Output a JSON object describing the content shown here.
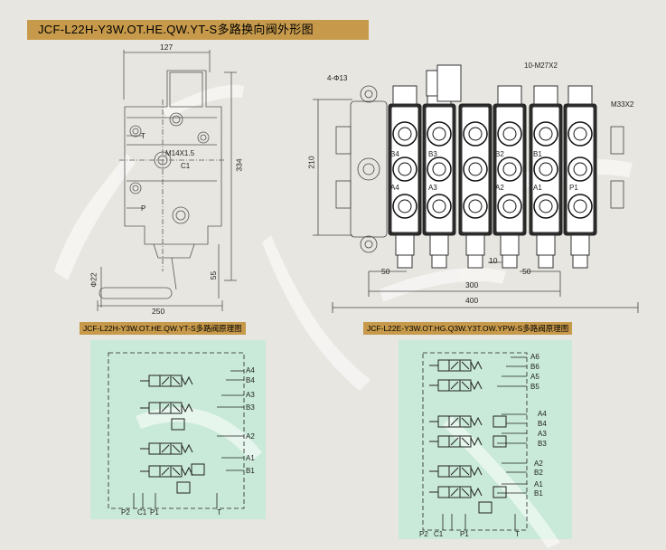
{
  "title": "JCF-L22H-Y3W.OT.HE.QW.YT-S多路换向阀外形图",
  "schematic_left": {
    "title": "JCF-L22H-Y3W.OT.HE.QW.YT-S多路阀原理图",
    "right_ports": [
      "A4",
      "B4",
      "A3",
      "B3",
      "A2",
      "A1",
      "B1"
    ],
    "bottom_ports": [
      "P2",
      "C1",
      "P1",
      "T"
    ]
  },
  "schematic_right": {
    "title": "JCF-L22E-Y3W.OT.HG.Q3W.Y3T.OW.YPW-S多路阀原理图",
    "right_ports": [
      "A6",
      "B6",
      "A5",
      "B5",
      "A4",
      "B4",
      "A3",
      "B3",
      "A2",
      "B2",
      "A1",
      "B1"
    ],
    "bottom_ports": [
      "P2",
      "C1",
      "P1",
      "T"
    ]
  },
  "side_view": {
    "dim_top": "127",
    "dim_height": "334",
    "dim_bottom": "250",
    "dim_55": "55",
    "dim_handle": "Φ22",
    "thread": "M14X1.5",
    "port_c1": "C1",
    "port_t": "T",
    "port_p": "P"
  },
  "front_view": {
    "hole_label": "4-Φ13",
    "thread_top": "10-M27X2",
    "thread_right": "M33X2",
    "dim_210": "210",
    "dim_50a": "50",
    "dim_10": "10",
    "dim_50b": "50",
    "dim_300": "300",
    "dim_400": "400",
    "ports": [
      "B4",
      "B3",
      "B2",
      "B1",
      "A4",
      "A3",
      "A2",
      "A1",
      "P1"
    ]
  }
}
